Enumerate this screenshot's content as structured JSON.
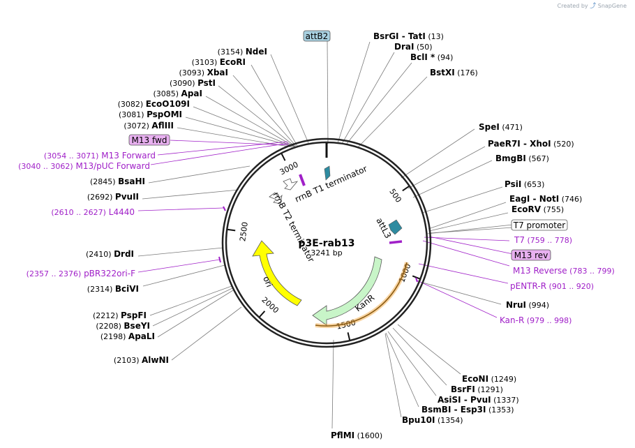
{
  "credit": {
    "text": "Created by",
    "brand": "SnapGene"
  },
  "plasmid": {
    "name": "p3E-rab13",
    "size": "3241 bp",
    "length": 3241
  },
  "ticks": [
    "500",
    "1000",
    "1500",
    "2000",
    "2500",
    "3000"
  ],
  "boxed_labels": {
    "attB2": "attB2",
    "t7_promoter": "T7 promoter",
    "m13_rev": "M13 rev",
    "m13_fwd": "M13 fwd"
  },
  "enzymes_right": [
    {
      "name": "BsrGI",
      "name2": "TatI",
      "pos": "(13)"
    },
    {
      "name": "DraI",
      "pos": "(50)"
    },
    {
      "name": "BclI",
      "mark": "*",
      "pos": "(94)"
    },
    {
      "name": "BstXI",
      "pos": "(176)"
    },
    {
      "name": "SpeI",
      "pos": "(471)"
    },
    {
      "name": "PaeR7I",
      "name2": "XhoI",
      "pos": "(520)"
    },
    {
      "name": "BmgBI",
      "pos": "(567)"
    },
    {
      "name": "PsiI",
      "pos": "(653)"
    },
    {
      "name": "EagI",
      "name2": "NotI",
      "pos": "(746)"
    },
    {
      "name": "EcoRV",
      "pos": "(755)"
    },
    {
      "name": "NruI",
      "pos": "(994)"
    },
    {
      "name": "EcoNI",
      "pos": "(1249)"
    },
    {
      "name": "BsrFI",
      "pos": "(1291)"
    },
    {
      "name": "AsiSI",
      "name2": "PvuI",
      "pos": "(1337)"
    },
    {
      "name": "BsmBI",
      "name2": "Esp3I",
      "pos": "(1353)"
    },
    {
      "name": "Bpu10I",
      "pos": "(1354)"
    },
    {
      "name": "PflMI",
      "pos": "(1600)"
    }
  ],
  "enzymes_left": [
    {
      "name": "NdeI",
      "pos": "(3154)"
    },
    {
      "name": "EcoRI",
      "pos": "(3103)"
    },
    {
      "name": "XbaI",
      "pos": "(3093)"
    },
    {
      "name": "PstI",
      "pos": "(3090)"
    },
    {
      "name": "ApaI",
      "pos": "(3085)"
    },
    {
      "name": "EcoO109I",
      "pos": "(3082)"
    },
    {
      "name": "PspOMI",
      "pos": "(3081)"
    },
    {
      "name": "AflIII",
      "pos": "(3072)"
    },
    {
      "name": "BsaHI",
      "pos": "(2845)"
    },
    {
      "name": "PvuII",
      "pos": "(2692)"
    },
    {
      "name": "DrdI",
      "pos": "(2410)"
    },
    {
      "name": "BciVI",
      "pos": "(2314)"
    },
    {
      "name": "PspFI",
      "pos": "(2212)"
    },
    {
      "name": "BseYI",
      "pos": "(2208)"
    },
    {
      "name": "ApaLI",
      "pos": "(2198)"
    },
    {
      "name": "AlwNI",
      "pos": "(2103)"
    }
  ],
  "primers_right": [
    {
      "name": "T7",
      "pos": "(759 .. 778)"
    },
    {
      "name": "M13 Reverse",
      "pos": "(783 .. 799)"
    },
    {
      "name": "pENTR-R",
      "pos": "(901 .. 920)"
    },
    {
      "name": "Kan-R",
      "pos": "(979 .. 998)"
    }
  ],
  "primers_left": [
    {
      "name": "M13 Forward",
      "pos": "(3054 .. 3071)"
    },
    {
      "name": "M13/pUC Forward",
      "pos": "(3040 .. 3062)"
    },
    {
      "name": "L4440",
      "pos": "(2610 .. 2627)"
    },
    {
      "name": "pBR322ori-F",
      "pos": "(2357 .. 2376)"
    }
  ],
  "features": {
    "rrnb_t1": "rrnB T1 terminator",
    "rrnb_t2": "rrnB T2 terminator",
    "attl3": "attL3",
    "kanr": "KanR",
    "ori": "ori"
  },
  "colors": {
    "ori": "#ffff00",
    "kanr": "#c8f5c8",
    "att": "#2e8ba0",
    "primer": "#a020c8",
    "highlight": "#f0a030",
    "boxed_attb2": "#a8d0e0",
    "boxed_m13": "#e8b0f0"
  }
}
